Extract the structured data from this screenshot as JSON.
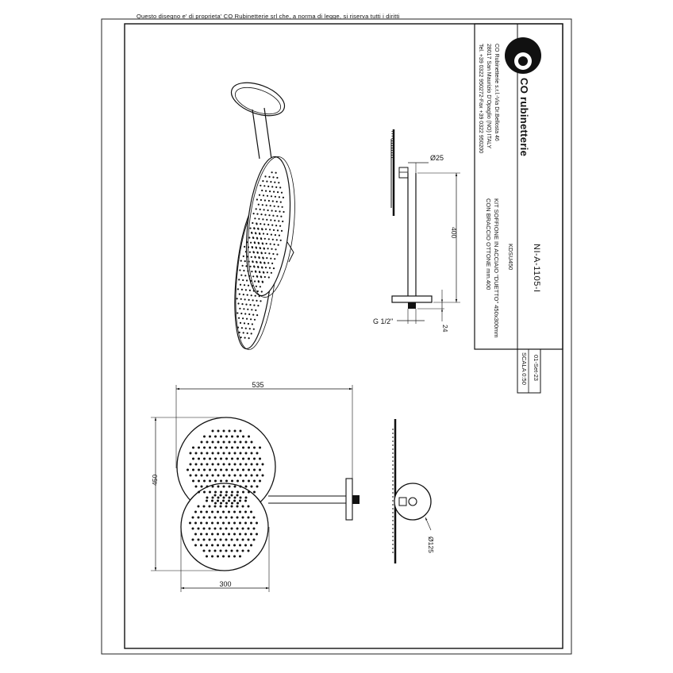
{
  "notice": "Questo disegno e' di proprieta' CO Rubinetterie srl che, a norma di legge, si riserva tutti i diritti",
  "company": {
    "logo_text": "CO rubinetterie",
    "address_lines": [
      "CO Rubinetterie s.r.l.-Via Dr.Bellosta 46",
      "28017 San Maurizio D'Opaglio (NO) ITALY",
      "Tel. +39 0322 950272-Fax +39 0322 950200"
    ]
  },
  "drawing": {
    "code": "NI-A-1105-I",
    "article": "KDSU450",
    "description_lines": [
      "KIT SOFFIONE IN ACCIAIO \"DUETTO\" 450x300mm",
      "CON BRACCIO OTTONE mm.400"
    ],
    "scale": "SCALA 0:50",
    "date": "01-Set-23"
  },
  "dimensions": {
    "arm_diameter": "Ø25",
    "arm_length": "400",
    "thread": "G 1/2\"",
    "thread_depth": "24",
    "width": "535",
    "height": "450",
    "small_width": "300",
    "flange_diameter": "Ø125"
  }
}
